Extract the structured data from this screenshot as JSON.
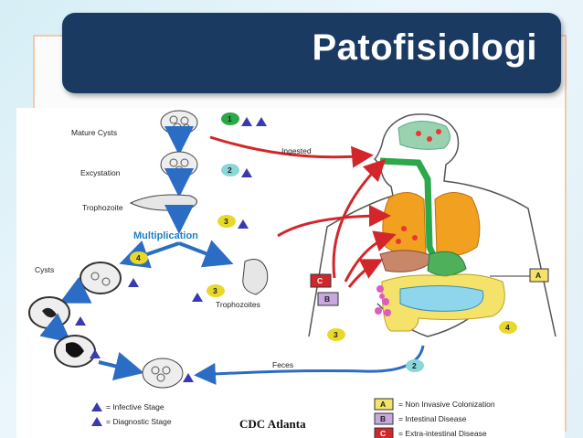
{
  "slide": {
    "title": "Patofisiologi"
  },
  "diagram": {
    "labels": {
      "mature_cysts": "Mature Cysts",
      "excystation": "Excystation",
      "trophozoite": "Trophozoite",
      "multiplication": "Multiplication",
      "cysts": "Cysts",
      "trophozoites": "Trophozoites",
      "ingested": "Ingested",
      "feces": "Feces"
    },
    "stage_numbers": [
      "1",
      "2",
      "3",
      "4",
      "3",
      "4",
      "2",
      "3"
    ],
    "legend_left": {
      "infective": "= Infective Stage",
      "diagnostic": "= Diagnostic Stage"
    },
    "credit": "CDC Atlanta",
    "legend_right": [
      {
        "key": "A",
        "text": "= Non Invasive Colonization"
      },
      {
        "key": "B",
        "text": "= Intestinal Disease"
      },
      {
        "key": "C",
        "text": "= Extra-intestinal Disease"
      }
    ]
  }
}
